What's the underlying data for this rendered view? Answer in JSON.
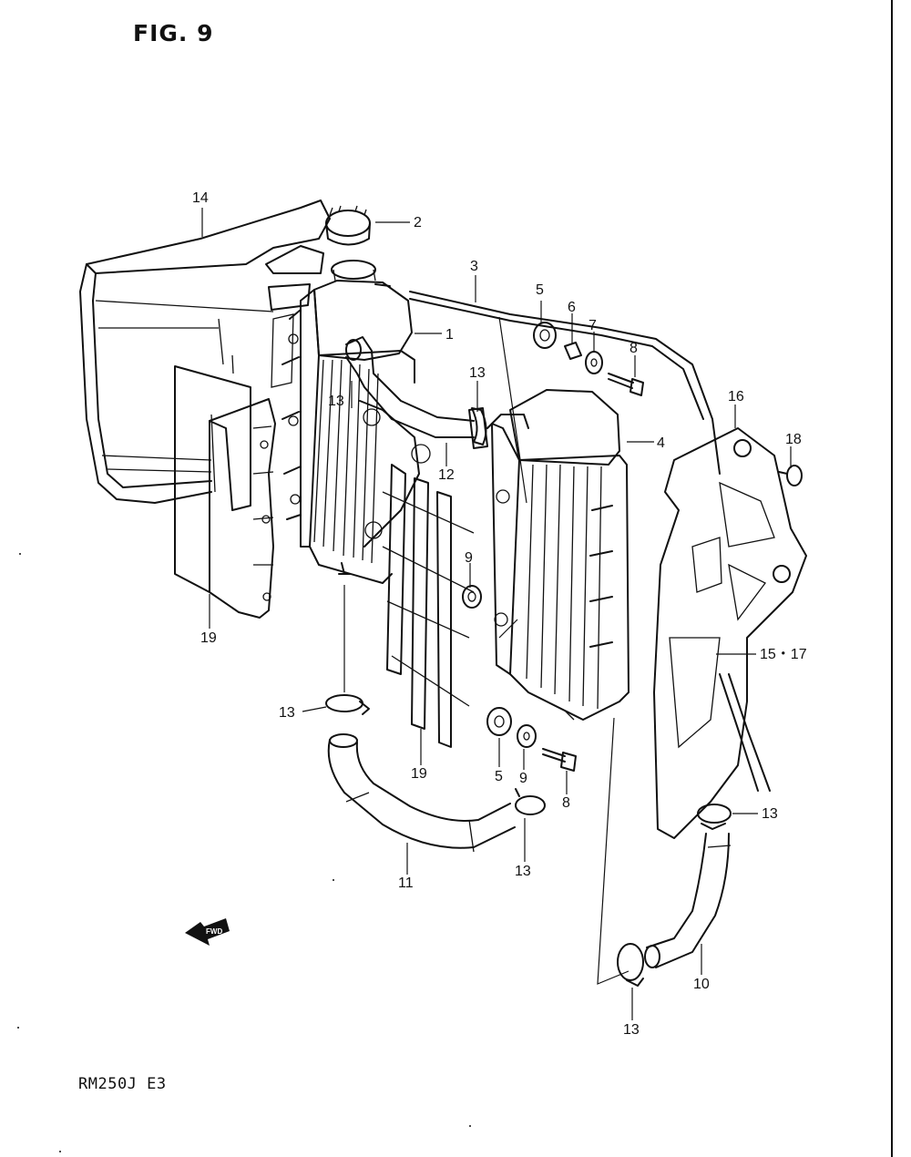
{
  "figure_title": "FIG. 9",
  "model_code": "RM250J E3",
  "fwd_label": "FWD",
  "callouts": [
    {
      "id": "c14",
      "text": "14"
    },
    {
      "id": "c2",
      "text": "2"
    },
    {
      "id": "c3",
      "text": "3"
    },
    {
      "id": "c5a",
      "text": "5"
    },
    {
      "id": "c6",
      "text": "6"
    },
    {
      "id": "c7",
      "text": "7"
    },
    {
      "id": "c8a",
      "text": "8"
    },
    {
      "id": "c1",
      "text": "1"
    },
    {
      "id": "c13a",
      "text": "13"
    },
    {
      "id": "c13b",
      "text": "13"
    },
    {
      "id": "c16",
      "text": "16"
    },
    {
      "id": "c18",
      "text": "18"
    },
    {
      "id": "c4",
      "text": "4"
    },
    {
      "id": "c12",
      "text": "12"
    },
    {
      "id": "c9a",
      "text": "9"
    },
    {
      "id": "c19a",
      "text": "19"
    },
    {
      "id": "c1517",
      "text": "15・17"
    },
    {
      "id": "c13c",
      "text": "13"
    },
    {
      "id": "c19b",
      "text": "19"
    },
    {
      "id": "c5b",
      "text": "5"
    },
    {
      "id": "c9b",
      "text": "9"
    },
    {
      "id": "c8b",
      "text": "8"
    },
    {
      "id": "c13d",
      "text": "13"
    },
    {
      "id": "c11",
      "text": "11"
    },
    {
      "id": "c13e",
      "text": "13"
    },
    {
      "id": "c10",
      "text": "10"
    },
    {
      "id": "c13f",
      "text": "13"
    }
  ]
}
